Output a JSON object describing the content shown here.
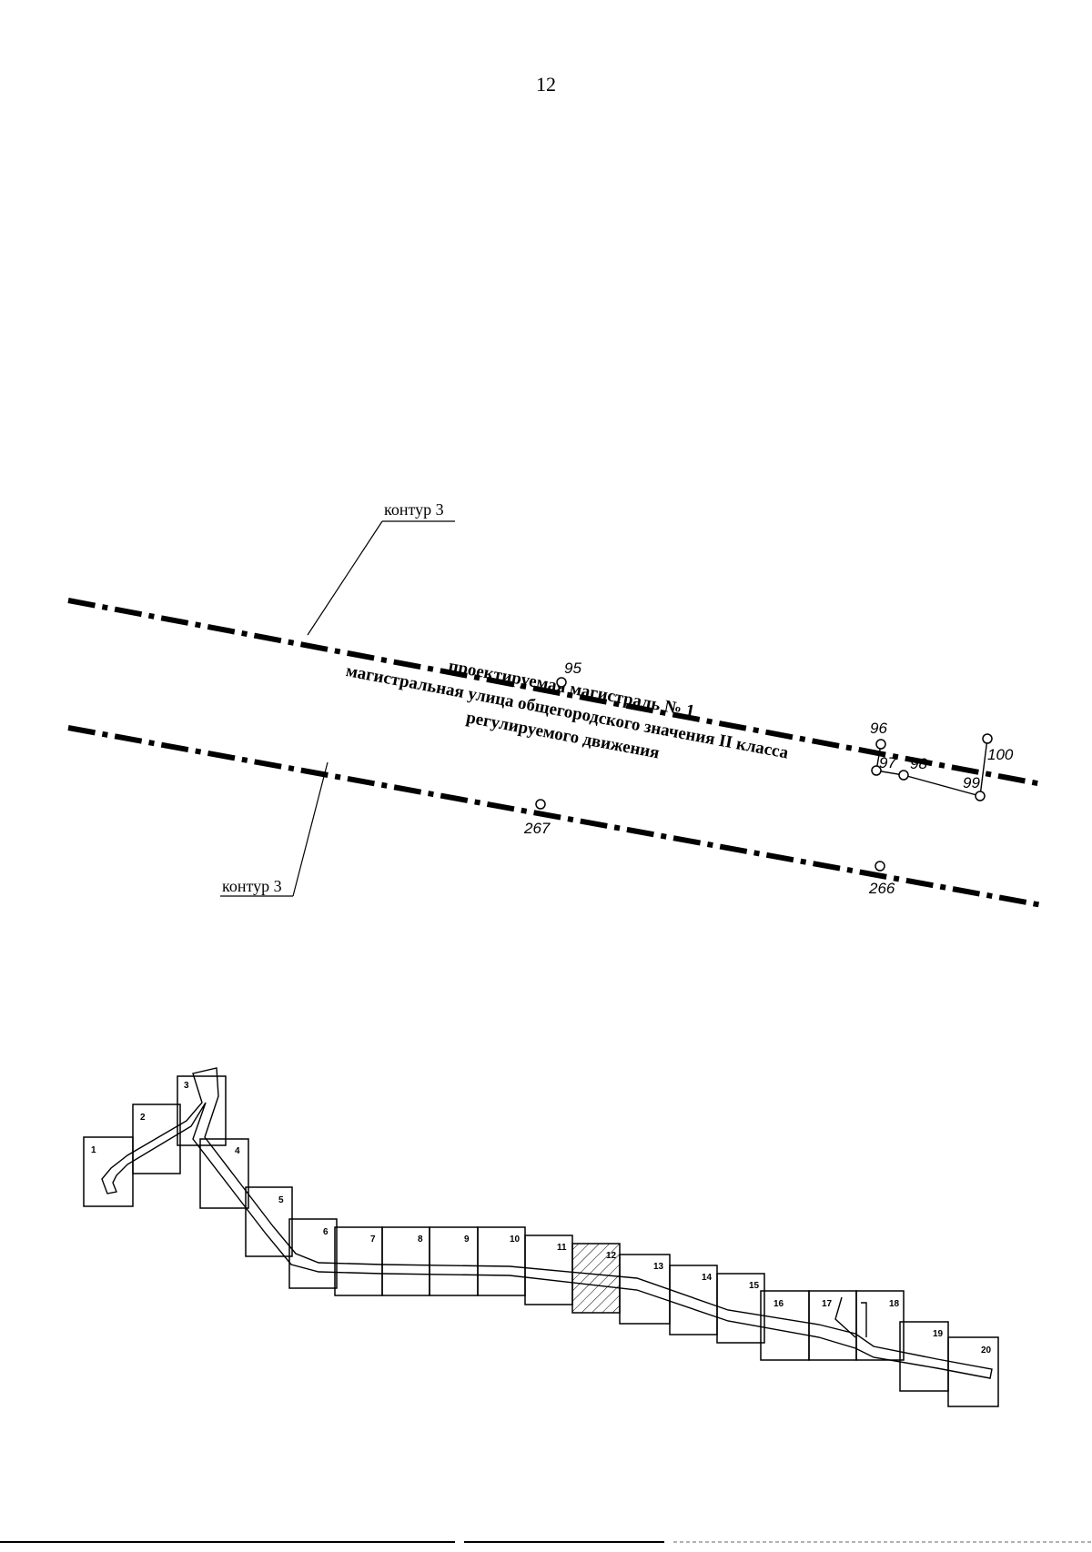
{
  "page_number": "12",
  "plan": {
    "contour_label_top": "контур 3",
    "contour_label_bottom": "контур 3",
    "road_title_line1": "проектируемая магистраль № 1",
    "road_title_line2": "магистральная улица общегородского значения II класса",
    "road_title_line3": "регулируемого движения",
    "points": {
      "p95": "95",
      "p96": "96",
      "p97": "97",
      "p98": "98",
      "p99": "99",
      "p100": "100",
      "p267": "267",
      "p266": "266"
    }
  },
  "index_map": {
    "sheets": [
      "1",
      "2",
      "3",
      "4",
      "5",
      "6",
      "7",
      "8",
      "9",
      "10",
      "11",
      "12",
      "13",
      "14",
      "15",
      "16",
      "17",
      "18",
      "19",
      "20"
    ],
    "current_sheet": "12"
  }
}
